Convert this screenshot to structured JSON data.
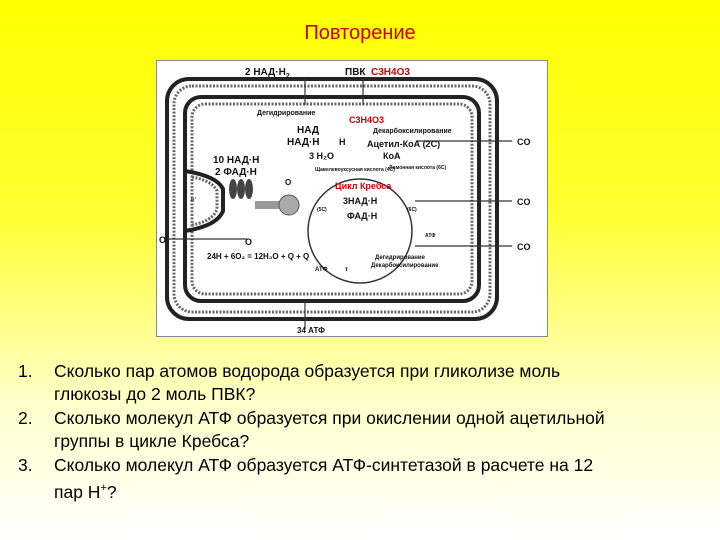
{
  "title": "Повторение",
  "diagram": {
    "top_nad": "2 НАД·Н",
    "top_nad_sub": "2",
    "top_pvk": "ПВК",
    "top_pvk_formula": "C3H4O3",
    "dehydration_top": "Дегидрирование",
    "c3h4o3": "C3H4O3",
    "nad": "НАД",
    "nad_h2": "НАД·Н",
    "h2_label": "Н",
    "decarbox_top": "Декарбоксилирование",
    "three_h2o": "3 Н₂О",
    "acetyl_coa": "Ацетил-КоА (2С)",
    "coa": "КоА",
    "ten_nad": "10 НАД·Н",
    "two_fad": "2 ФАД·Н",
    "oxaloacetic": "Щавелевоуксусная кислота (4С)",
    "citric": "Лимонная кислота (6С)",
    "krebs": "Цикл Кребса",
    "three_nad": "3НАД·Н",
    "six_c": "(6С)",
    "five_c": "(5С)",
    "fad_h2": "ФАД·Н",
    "o2_left": "O",
    "o2_mid": "O",
    "o2_small": "O",
    "equation": "24Н + 6O₂ = 12Н₂O + Q + Q",
    "atf": "АТФ",
    "t_label": "т",
    "atf_small": "АТФ",
    "dehydration_bottom": "Дегидрирование",
    "decarbox_bottom": "Декарбоксилирование",
    "co2_1": "CO",
    "co2_2": "CO",
    "co2_3": "CO",
    "bottom_atf": "34 АТФ",
    "h_plus": "н⁺"
  },
  "questions": [
    {
      "num": "1.",
      "line1": "Сколько пар атомов водорода образуется при гликолизе моль",
      "line2": "глюкозы до 2 моль ПВК?"
    },
    {
      "num": "2.",
      "line1": "Сколько молекул АТФ образуется при окислении одной ацетильной",
      "line2": "группы в цикле Кребса?"
    },
    {
      "num": "3.",
      "line1a": "Сколько молекул АТФ образуется АТФ-синтетазой в расчете на 12",
      "line2a": "пар Н",
      "sup": "+",
      "line2b": "?"
    }
  ]
}
